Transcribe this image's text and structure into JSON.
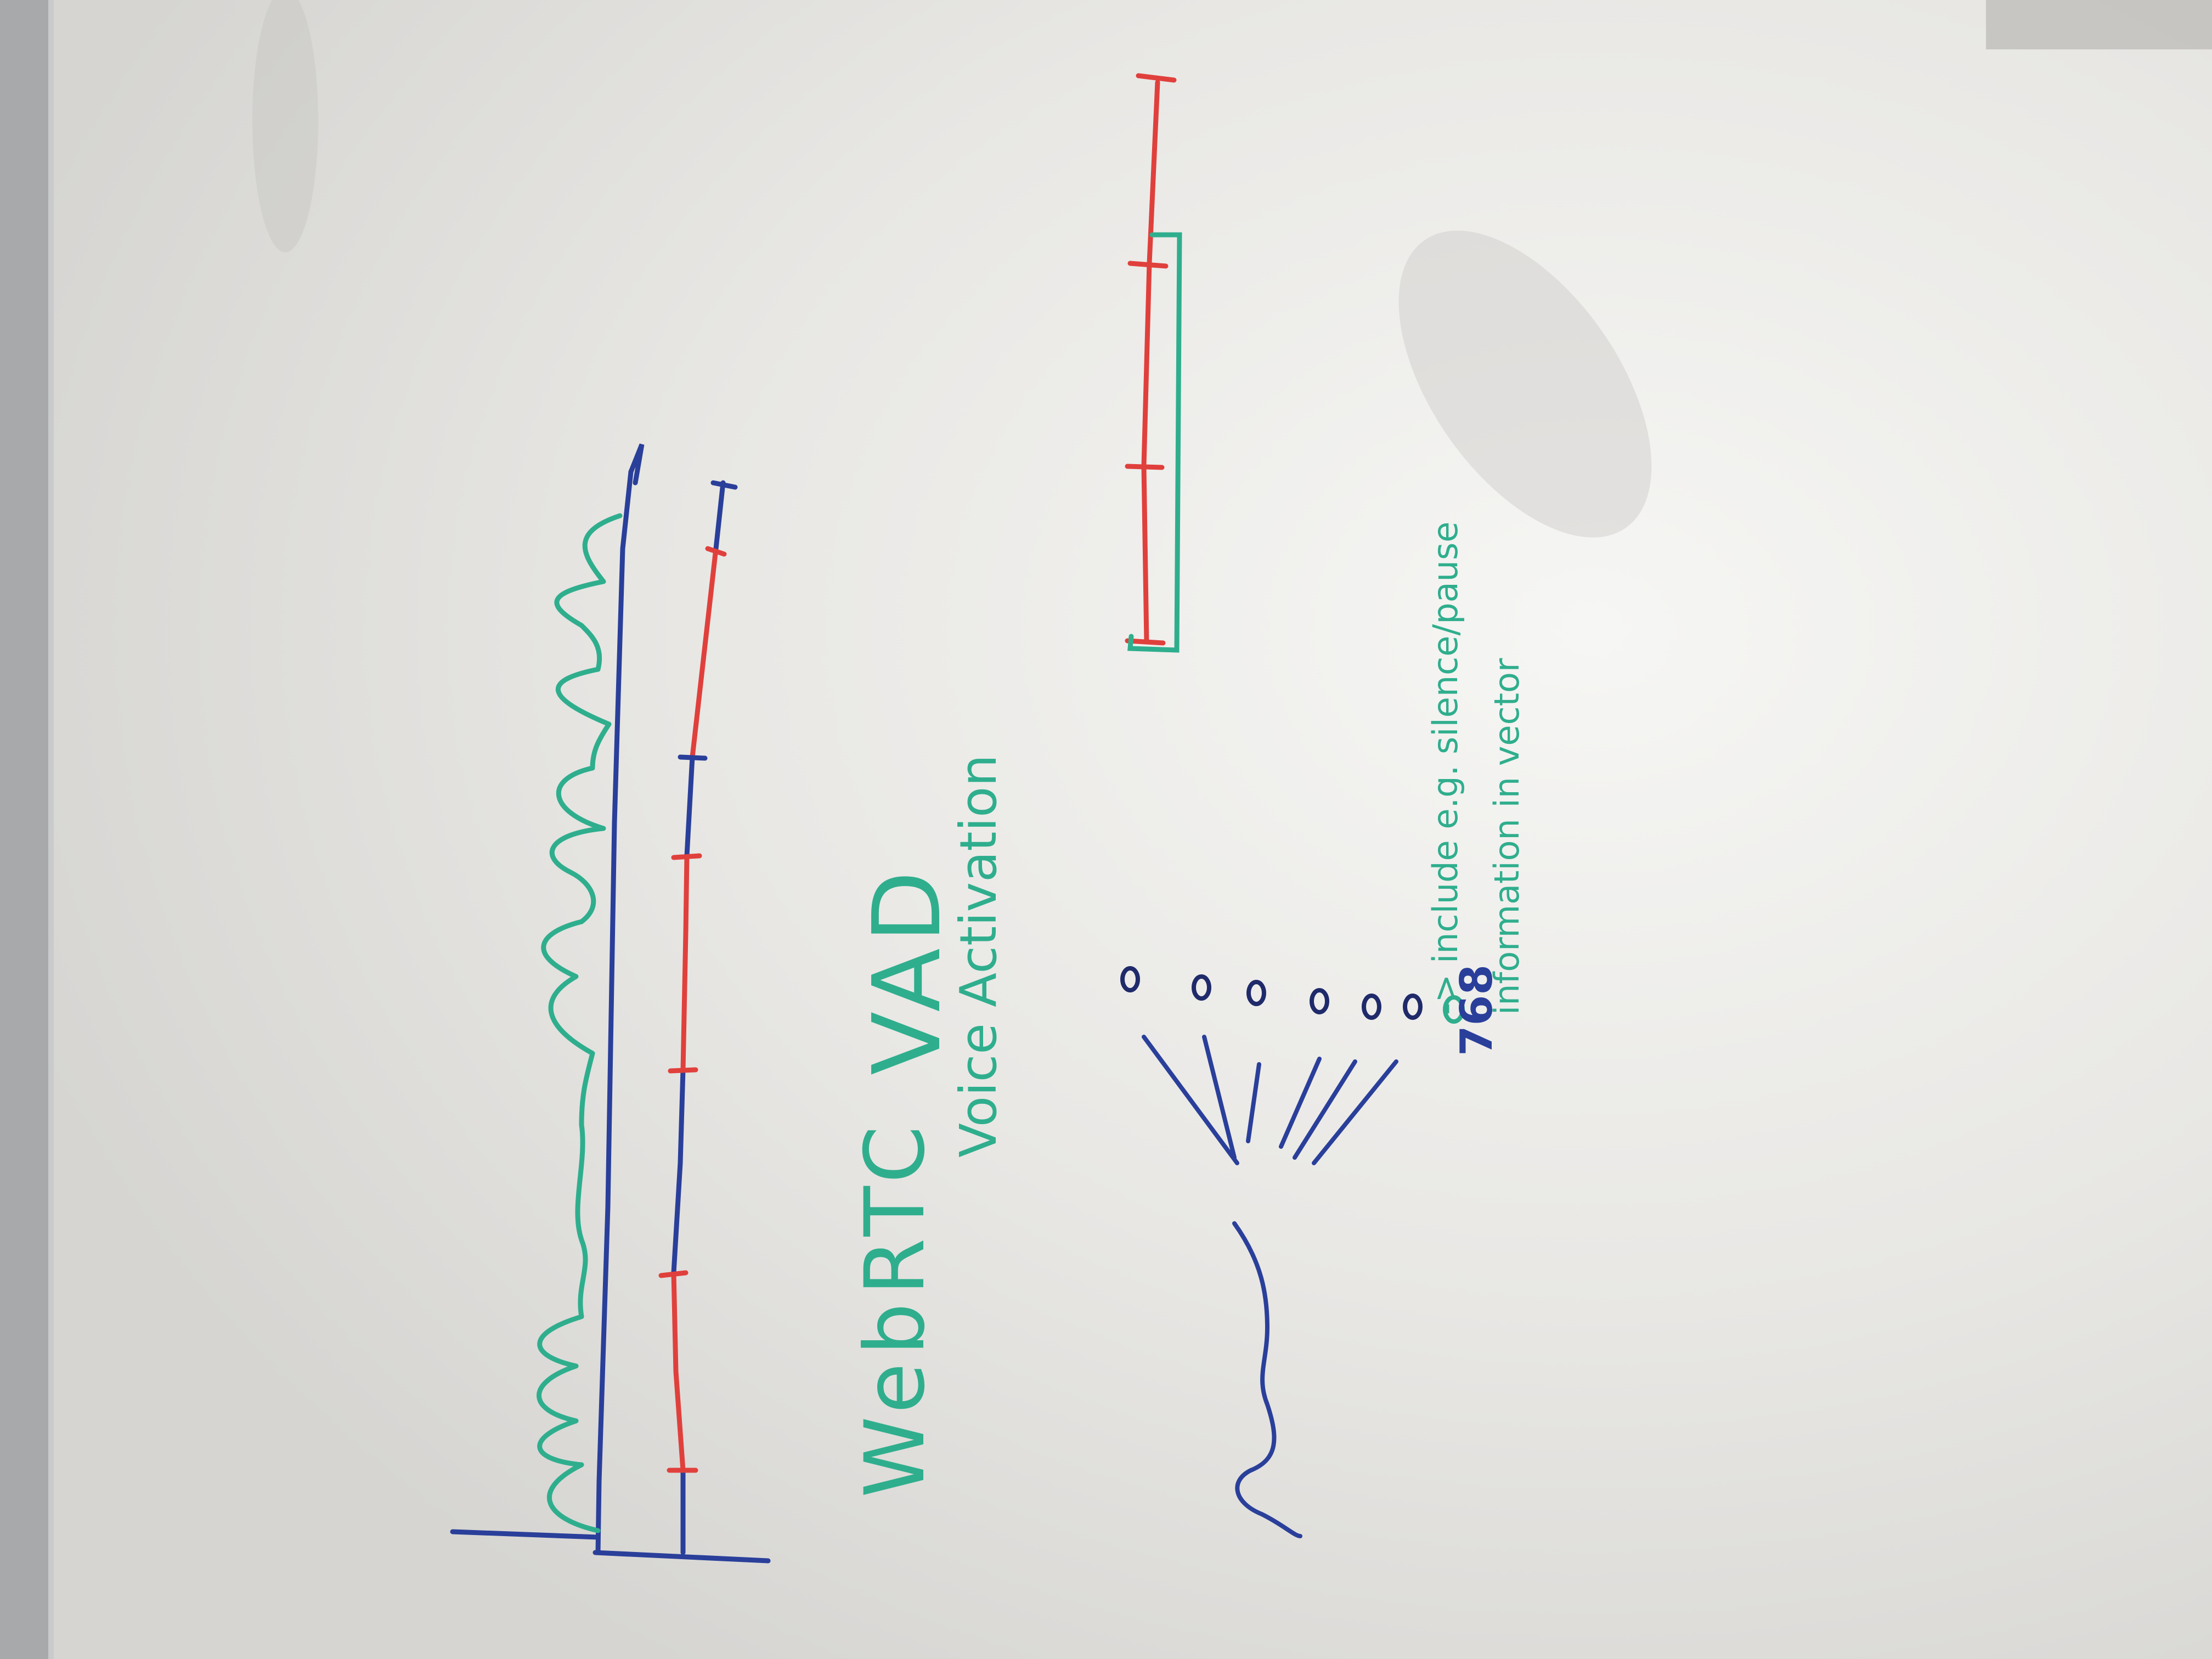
{
  "colors": {
    "board": "#e9e8e5",
    "frame": "#a7a9ab",
    "blue_marker": "#2a3f9a",
    "green_marker": "#2fae8d",
    "red_marker": "#e0403c"
  },
  "annotations": {
    "webrtc": "WebRTC",
    "vad": "VAD",
    "voice_activation": "Voice Activation",
    "vector_dim": "768",
    "note_line1": "-> include e.g. silence/pause",
    "note_line2": "information in vector"
  },
  "icons": {
    "vector_nodes": "circle-node-icon"
  }
}
